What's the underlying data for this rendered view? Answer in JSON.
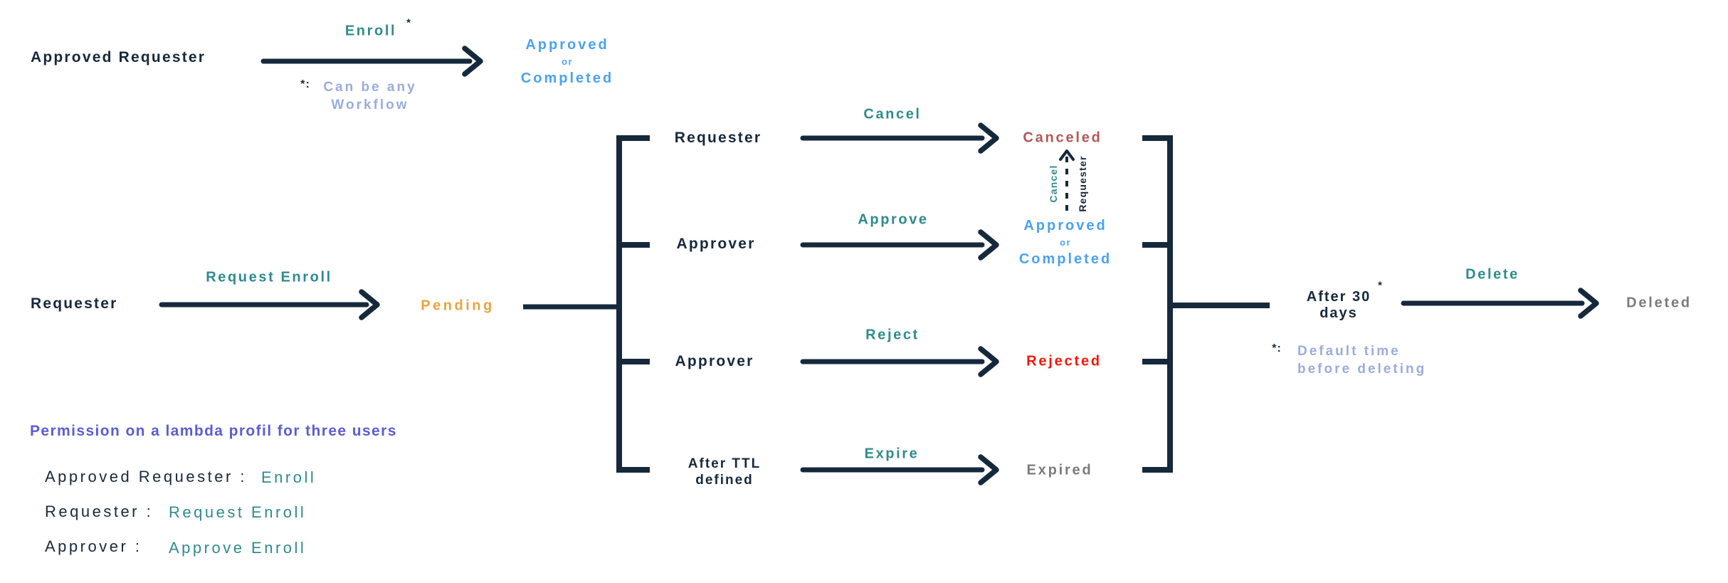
{
  "colors": {
    "navy": "#16293c",
    "teal": "#2e8b8e",
    "blue": "#4aa2f2",
    "orange": "#e7a43e",
    "brick": "#b25757",
    "red": "#fb1408",
    "gray": "#7b7b7b",
    "periwinkle": "#9baddd",
    "purple": "#5c5cd6"
  },
  "top_flow": {
    "source": "Approved Requester",
    "action": "Enroll",
    "asterisk": "*",
    "note_marker": "*:",
    "note_line1": "Can be any",
    "note_line2": "Workflow",
    "result_line1": "Approved",
    "result_or": "or",
    "result_line2": "Completed"
  },
  "main_flow": {
    "source": "Requester",
    "action": "Request Enroll",
    "state": "Pending"
  },
  "branches": [
    {
      "actor": "Requester",
      "action": "Cancel",
      "result": "Canceled",
      "result_color": "#b25757"
    },
    {
      "actor": "Approver",
      "action": "Approve",
      "result_line1": "Approved",
      "result_or": "or",
      "result_line2": "Completed",
      "result_color": "#4aa2f2"
    },
    {
      "actor": "Approver",
      "action": "Reject",
      "result": "Rejected",
      "result_color": "#fb1408"
    },
    {
      "actor_line1": "After TTL",
      "actor_line2": "defined",
      "action": "Expire",
      "result": "Expired",
      "result_color": "#7b7b7b"
    }
  ],
  "cancel_link": {
    "action": "Cancel",
    "actor": "Requester"
  },
  "delete_flow": {
    "condition_line1": "After 30",
    "condition_line2": "days",
    "asterisk": "*",
    "action": "Delete",
    "result": "Deleted",
    "note_marker": "*:",
    "note_line1": "Default time",
    "note_line2": "before deleting"
  },
  "legend": {
    "title": "Permission on a lambda profil for three users",
    "rows": [
      {
        "label": "Approved Requester :",
        "value": "Enroll"
      },
      {
        "label": "Requester :",
        "value": "Request Enroll"
      },
      {
        "label": "Approver :",
        "value": "Approve Enroll"
      }
    ]
  }
}
